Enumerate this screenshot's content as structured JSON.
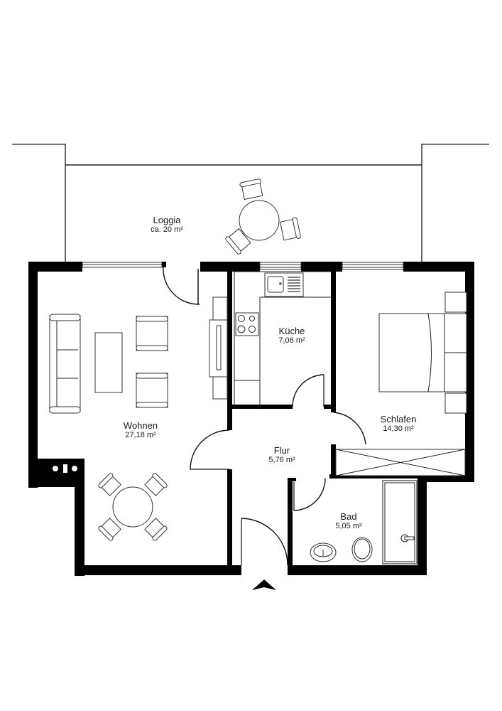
{
  "floorplan": {
    "rooms": [
      {
        "id": "loggia",
        "name": "Loggia",
        "area": "ca. 20 m²"
      },
      {
        "id": "wohnen",
        "name": "Wohnen",
        "area": "27,18 m²"
      },
      {
        "id": "kueche",
        "name": "Küche",
        "area": "7,06 m²"
      },
      {
        "id": "schlafen",
        "name": "Schlafen",
        "area": "14,30 m²"
      },
      {
        "id": "flur",
        "name": "Flur",
        "area": "5,76 m²"
      },
      {
        "id": "bad",
        "name": "Bad",
        "area": "5,05 m²"
      }
    ],
    "entrance_marker": "entrance-arrow",
    "colors": {
      "wall": "#000000",
      "line": "#222222",
      "background": "#ffffff"
    }
  }
}
